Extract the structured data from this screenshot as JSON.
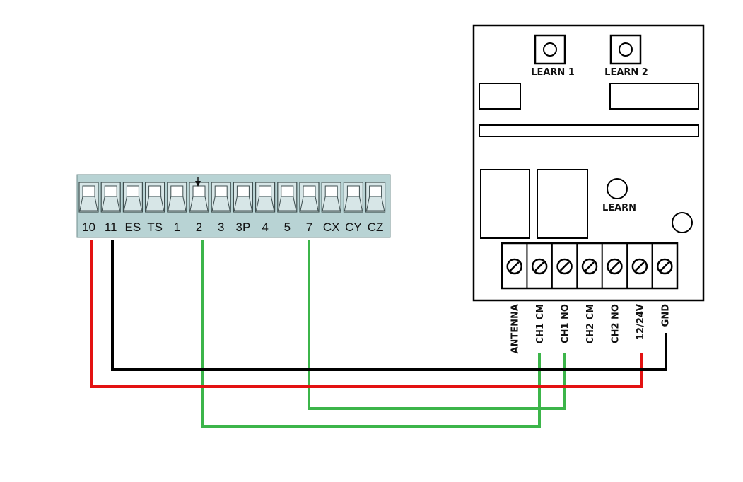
{
  "colors": {
    "strip_fill": "#b8d3d4",
    "strip_border": "#6f8c8d",
    "wire_red": "#e31212",
    "wire_black": "#000000",
    "wire_green": "#3cb54a"
  },
  "terminal_strip": {
    "labels": [
      "10",
      "11",
      "ES",
      "TS",
      "1",
      "2",
      "3",
      "3P",
      "4",
      "5",
      "7",
      "CX",
      "CY",
      "CZ"
    ]
  },
  "receiver": {
    "buttons": [
      "LEARN 1",
      "LEARN 2"
    ],
    "learn_label": "LEARN",
    "terminals": [
      "ANTENNA",
      "CH1 CM",
      "CH1 NO",
      "CH2 CM",
      "CH2 NO",
      "12/24V",
      "GND"
    ]
  },
  "wires": [
    {
      "color": "red",
      "from": "10",
      "to": "12/24V"
    },
    {
      "color": "black",
      "from": "11",
      "to": "GND"
    },
    {
      "color": "green",
      "from": "2",
      "to": "CH1 CM"
    },
    {
      "color": "green",
      "from": "7",
      "to": "CH1 NO"
    }
  ]
}
